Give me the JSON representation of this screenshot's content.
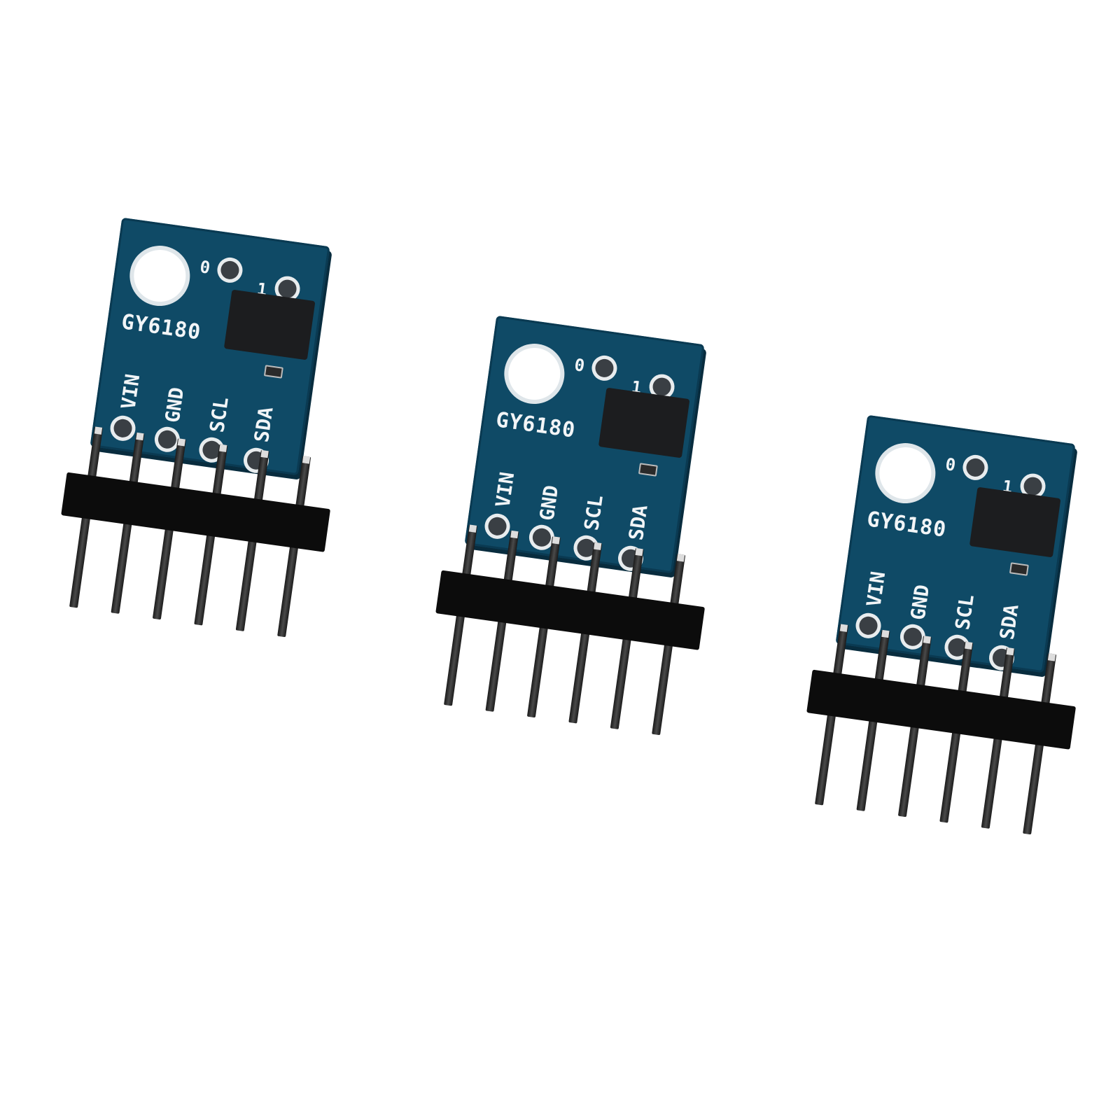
{
  "scene": {
    "description": "Three GY6180 sensor breakout modules, each with a loose 6-pin male header",
    "background": "#ffffff",
    "pcb_color": "#0f4a66",
    "header_color": "#0c0c0c"
  },
  "modules": [
    {
      "model": "GY6180",
      "addr_labels": [
        "0",
        "1"
      ],
      "pins": [
        "VIN",
        "GND",
        "SCL",
        "SDA"
      ],
      "header_pin_count": 6
    },
    {
      "model": "GY6180",
      "addr_labels": [
        "0",
        "1"
      ],
      "pins": [
        "VIN",
        "GND",
        "SCL",
        "SDA"
      ],
      "header_pin_count": 6
    },
    {
      "model": "GY6180",
      "addr_labels": [
        "0",
        "1"
      ],
      "pins": [
        "VIN",
        "GND",
        "SCL",
        "SDA"
      ],
      "header_pin_count": 6
    }
  ]
}
